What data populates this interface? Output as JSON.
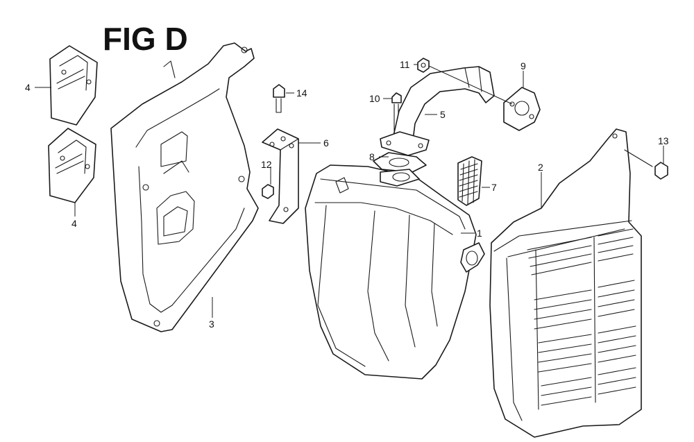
{
  "figure": {
    "title": "FIG D"
  },
  "callouts": {
    "c1": "1",
    "c2": "2",
    "c3": "3",
    "c4a": "4",
    "c4b": "4",
    "c5": "5",
    "c6": "6",
    "c7": "7",
    "c8": "8",
    "c9": "9",
    "c10": "10",
    "c11": "11",
    "c12": "12",
    "c13": "13",
    "c14": "14"
  }
}
